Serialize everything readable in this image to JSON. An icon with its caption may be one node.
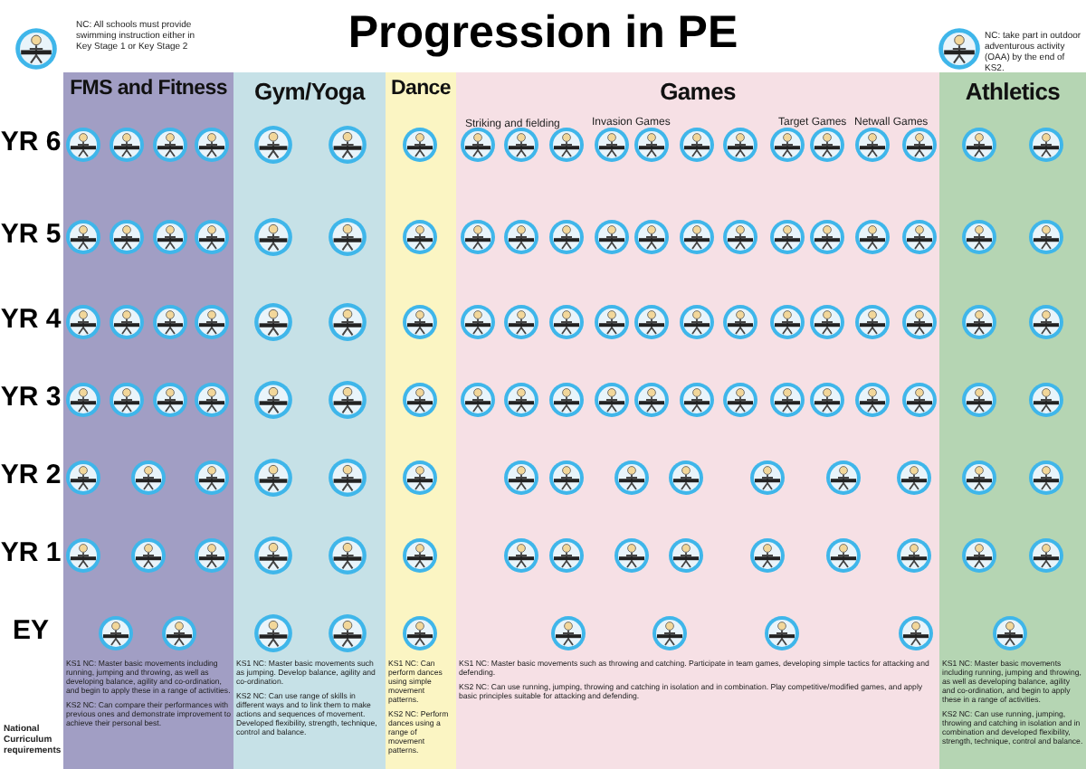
{
  "diagram": {
    "title": "Progression in PE",
    "nodes": [
      {
        "text": [
          "FMS and Fitness",
          "KS1 NC: Master basic movements including running, jumping and throwing, as well as developing balance, agility and co-ordination, and begin to apply these in a range of activities.",
          "KS2 NC: Can compare their performances with previous ones and demonstrate improvement to achieve their personal best."
        ]
      },
      {
        "text": [
          "Gym/Yoga",
          "KS1 NC: Master basic movements such as jumping. Develop balance, agility and co-ordination.",
          "KS2 NC: Can use range of skills in different ways and to link them to make actions and sequences of movement. Developed flexibility, strength, technique, control and balance."
        ]
      },
      {
        "text": [
          "Dance",
          "KS1 NC: Can perform dances using simple movement patterns.",
          "KS2 NC: Perform dances using a range of movement patterns."
        ]
      },
      {
        "text": [
          "Games",
          "KS1 NC: Master basic movements such as throwing and catching. Participate in team games, developing simple tactics for attacking and defending.",
          "KS2 NC: Can use running, jumping, throwing and catching in isolation and in combination. Play competitive/modified games, and apply basic principles suitable for attacking and defending."
        ]
      },
      {
        "text": [
          "Athletics",
          "KS1 NC: Master basic movements including running, jumping and throwing, as well as developing balance, agility and co-ordination, and begin to apply these in a range of activities.",
          "KS2 NC: Can use running, jumping, throwing and catching in isolation and in combination and developed flexibility, strength, technique, control and balance."
        ]
      }
    ],
    "labels": [
      "NC: All schools must provide swimming instruction either in Key Stage 1 or Key Stage 2",
      "NC: take part in outdoor adventurous activity (OAA) by the end of KS2.",
      "Striking and fielding",
      "Invasion Games",
      "Target Games",
      "Netwall Games",
      "YR 6",
      "YR 5",
      "YR 4",
      "YR 3",
      "YR 2",
      "YR 1",
      "EY",
      "National Curriculum requirements"
    ]
  }
}
